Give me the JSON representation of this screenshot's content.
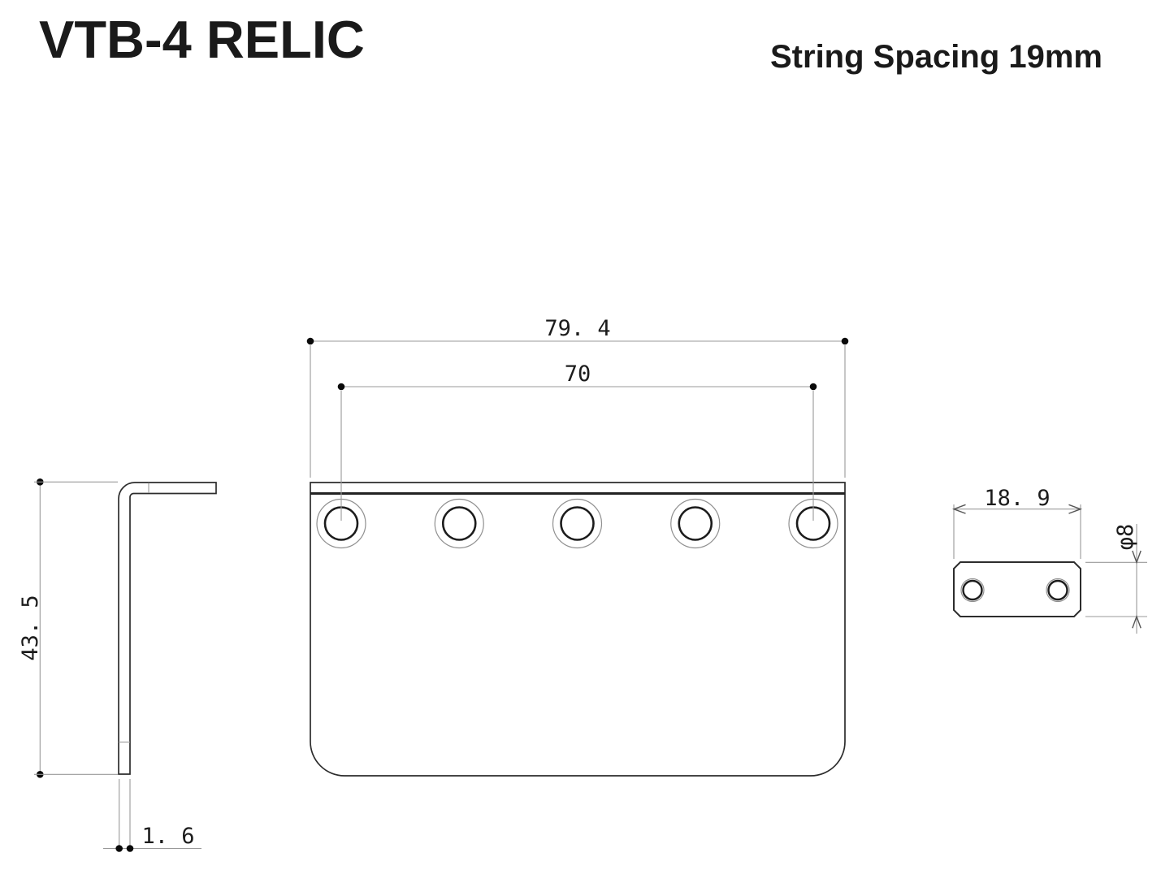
{
  "header": {
    "title": "VTB-4 RELIC",
    "subtitle": "String Spacing 19mm"
  },
  "dimensions": {
    "overall_width": "79. 4",
    "hole_span": "70",
    "side_height": "43. 5",
    "plate_thickness": "1. 6",
    "detail_width": "18. 9",
    "hole_diameter": "φ8"
  },
  "views": {
    "front_view_hole_count": 5,
    "detail_view_hole_count": 2
  },
  "colors": {
    "background": "#ffffff",
    "outline": "#2d2d2d",
    "dimension_line": "#999999",
    "text": "#1a1a1a"
  }
}
